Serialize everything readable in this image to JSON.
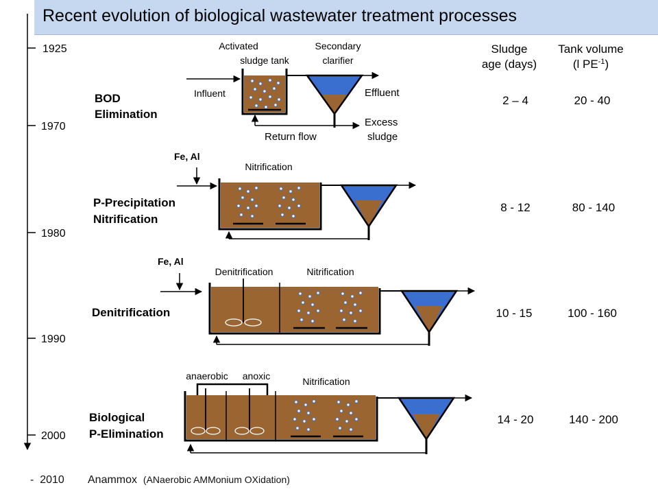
{
  "title": "Recent evolution of biological wastewater treatment processes",
  "timeline": {
    "years": [
      "1925",
      "1970",
      "1980",
      "1990",
      "2000"
    ],
    "final_year": "2010",
    "final_label": "Anammox",
    "final_label_expansion": "(ANaerobic AMMonium OXidation)"
  },
  "columns": {
    "sludge_age": [
      "Sludge",
      "age (days)"
    ],
    "tank_volume_line1": "Tank volume",
    "tank_volume_line2_prefix": "(l PE",
    "tank_volume_sup": "-1",
    "tank_volume_line2_suffix": ")"
  },
  "processes": [
    {
      "name_lines": [
        "BOD",
        "Elimination"
      ],
      "sludge_age": "2 – 4",
      "tank_volume": "20 - 40",
      "labels": {
        "tank": [
          "Activated",
          "sludge tank"
        ],
        "clarifier": [
          "Secondary",
          "clarifier"
        ],
        "influent": "Influent",
        "effluent": "Effluent",
        "excess": [
          "Excess",
          "sludge"
        ],
        "return": "Return flow"
      }
    },
    {
      "name_lines": [
        "P-Precipitation",
        "Nitrification"
      ],
      "sludge_age": "8 - 12",
      "tank_volume": "80 - 140",
      "dosing": "Fe, Al",
      "zone_labels": [
        "Nitrification"
      ]
    },
    {
      "name_lines": [
        "Denitrification"
      ],
      "sludge_age": "10 - 15",
      "tank_volume": "100 - 160",
      "dosing": "Fe, Al",
      "zone_labels": [
        "Denitrification",
        "Nitrification"
      ]
    },
    {
      "name_lines": [
        "Biological",
        "P-Elimination"
      ],
      "sludge_age": "14 - 20",
      "tank_volume": "140 - 200",
      "zone_labels": [
        "anaerobic",
        "anoxic",
        "Nitrification"
      ]
    }
  ],
  "colors": {
    "title_bg": "#c6d8ef",
    "sludge": "#9b6532",
    "water": "#3a6fd0"
  }
}
